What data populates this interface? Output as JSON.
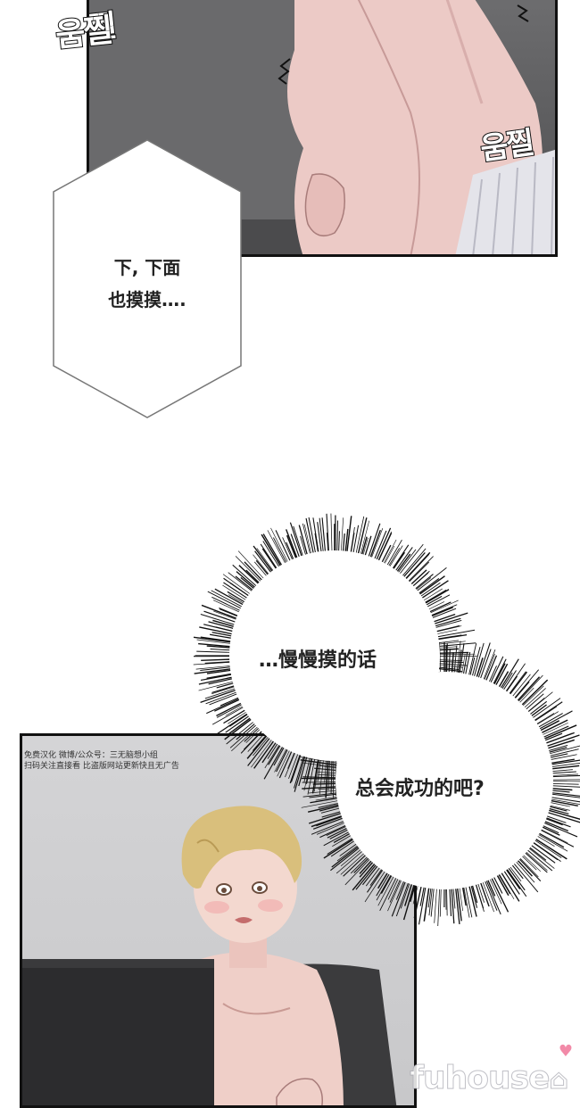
{
  "panels": {
    "top": {
      "sfx": [
        "움찔",
        "움찔"
      ]
    },
    "hexagon_bubble": {
      "lines": [
        "下, 下面",
        "也摸摸…."
      ]
    },
    "thought_bubbles": {
      "first": "…慢慢摸的话",
      "second": "总会成功的吧?"
    },
    "bottom": {
      "watermark_lines": [
        "免费汉化 微博/公众号：三无脑想小组",
        "扫码关注直接看 比盗版网站更新快且无广告"
      ]
    }
  },
  "site_logo": "fuhouse",
  "colors": {
    "border": "#111111",
    "hair": "#d9bf7c",
    "skin": "#efcfc8",
    "logo_heart": "#f28aa8"
  }
}
